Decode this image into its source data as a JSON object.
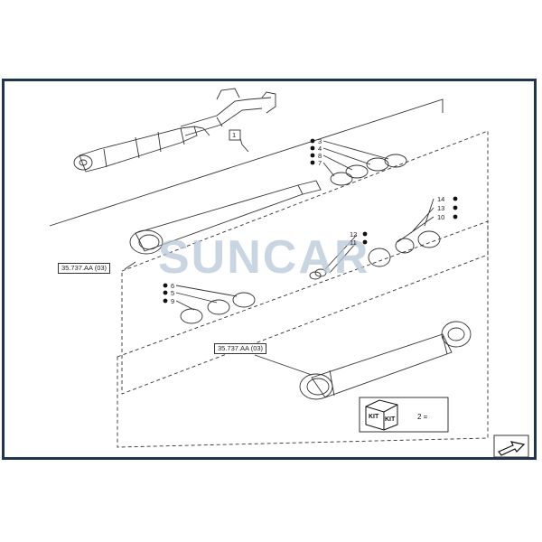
{
  "watermark": "SUNCAR",
  "references": {
    "ref_a": "35.737.AA (03)",
    "ref_b": "35.737.AA (03)"
  },
  "callouts": {
    "c1": "1",
    "c3": "3",
    "c4": "4",
    "c8": "8",
    "c7": "7",
    "c14": "14",
    "c13": "13",
    "c10": "10",
    "c12": "12",
    "c11": "11",
    "c6": "6",
    "c5": "5",
    "c9": "9"
  },
  "kit": {
    "label_left": "KIT",
    "label_right": "KIT",
    "count": "2 ="
  },
  "colors": {
    "frame": "#1f3550",
    "watermark": "#b8c8d8",
    "line": "#333333"
  },
  "icons": {
    "kit_box": "kit-box-icon",
    "next_page": "next-page-arrow-icon"
  }
}
